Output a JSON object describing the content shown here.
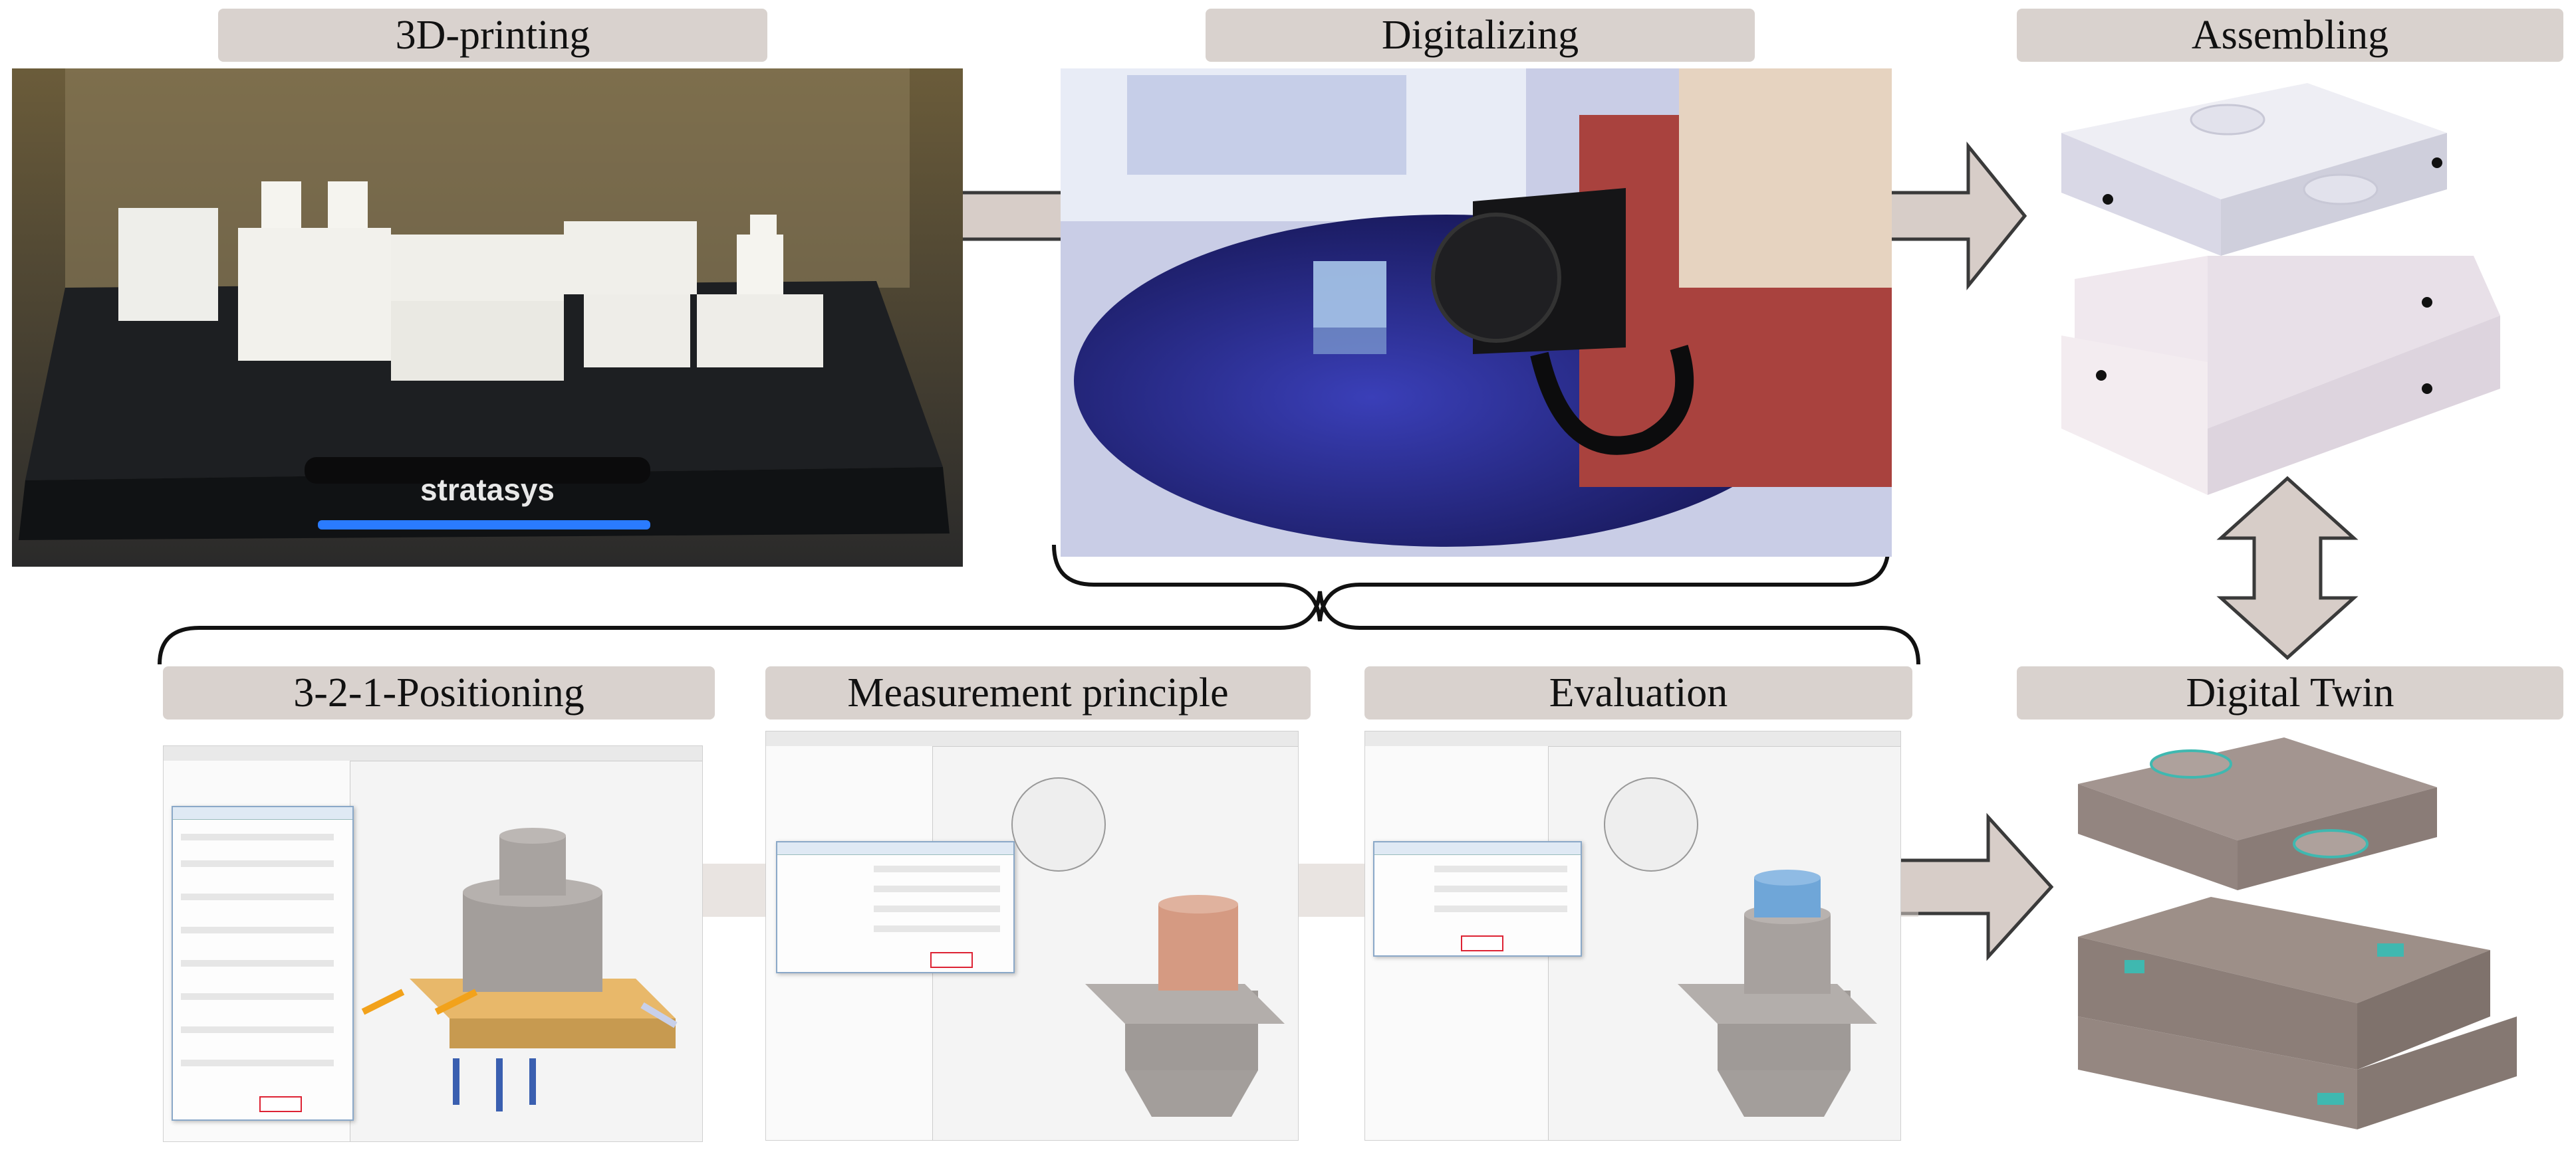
{
  "top_labels": [
    "3D-printing",
    "Digitalizing",
    "Assembling"
  ],
  "bottom_labels": [
    "3-2-1-Positioning",
    "Measurement principle",
    "Evaluation",
    "Digital Twin"
  ],
  "printer": {
    "brand_text": "stratasys"
  },
  "colors": {
    "label_bg": "#d9d2ce",
    "arrow_fill": "#d7cdc8",
    "arrow_stroke": "#3a3a3a",
    "part_gray": "#a39e9b",
    "twin_body": "#9d8f88",
    "twin_highlight": "#3fb8b0",
    "assembled_part": "#e6e6ee",
    "positioning_plate": "#e8b86a"
  }
}
